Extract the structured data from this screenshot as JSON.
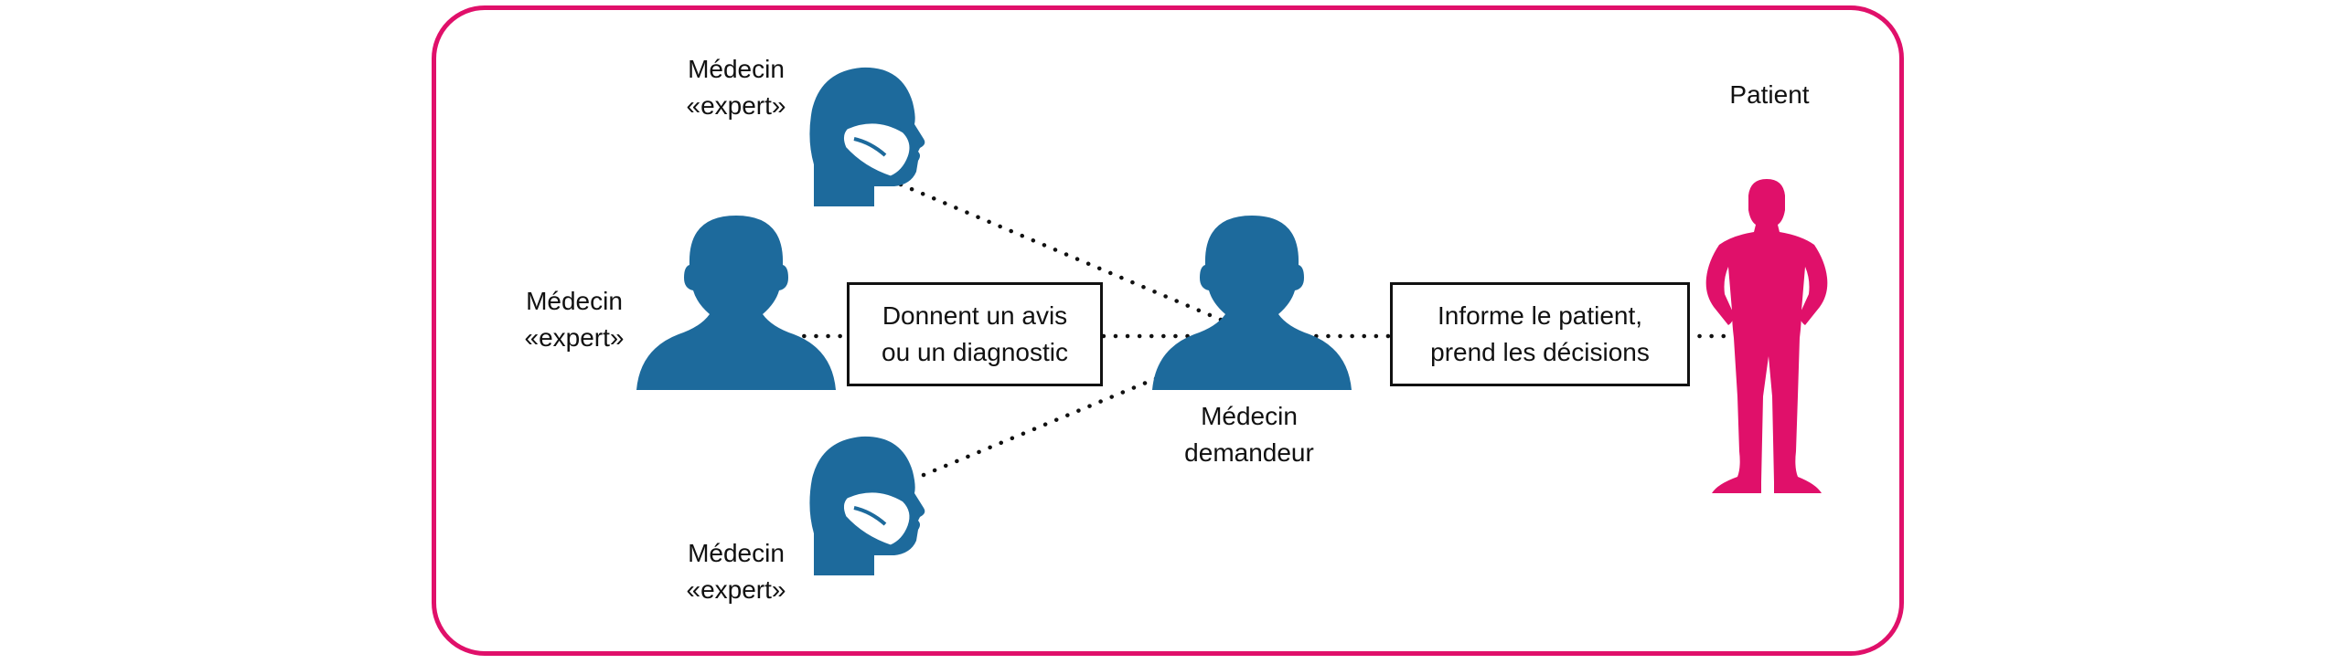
{
  "colors": {
    "doctor": "#1d6a9c",
    "patient": "#e0106a",
    "frame": "#e0106a",
    "line": "#111111"
  },
  "icons": {
    "expert_masked": "masked-head-icon",
    "expert_front": "head-shoulders-icon",
    "requester": "head-shoulders-icon",
    "patient": "standing-person-icon"
  },
  "labels": {
    "expert_top": [
      "Médecin",
      "«expert»"
    ],
    "expert_middle": [
      "Médecin",
      "«expert»"
    ],
    "expert_bottom": [
      "Médecin",
      "«expert»"
    ],
    "requester": [
      "Médecin",
      "demandeur"
    ],
    "patient": "Patient"
  },
  "boxes": {
    "advice": [
      "Donnent un avis",
      "ou un diagnostic"
    ],
    "inform": [
      "Informe le patient,",
      "prend les décisions"
    ]
  }
}
